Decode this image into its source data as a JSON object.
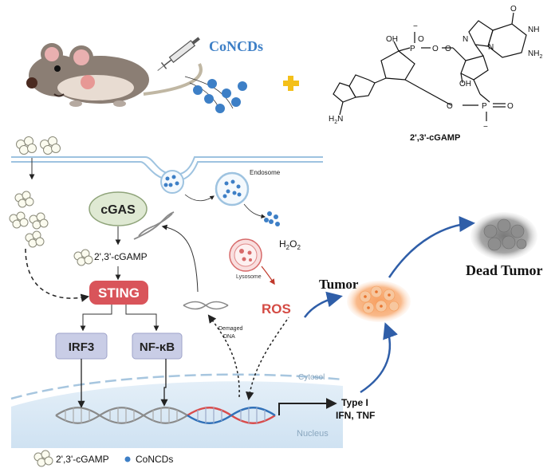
{
  "texts": {
    "concds_title": "CoNCDs",
    "cgamp_caption": "2',3'-cGAMP",
    "cgas": "cGAS",
    "cgamp_pathway": "2',3'-cGAMP",
    "sting": "STING",
    "irf3": "IRF3",
    "nfkb": "NF-κB",
    "endosome": "Endosome",
    "h2o2_main": "H",
    "h2o2_sub1": "2",
    "h2o2_mid": "O",
    "h2o2_sub2": "2",
    "lysosome": "Lysosome",
    "ros": "ROS",
    "damaged_dna_1": "Demaged",
    "damaged_dna_2": "DNA",
    "cytosol": "Cytosol",
    "nucleus": "Nucleus",
    "type1_1": "Type I",
    "type1_2": "IFN, TNF",
    "tumor": "Tumor",
    "dead_tumor": "Dead Tumor",
    "legend_cgamp": "2',3'-cGAMP",
    "legend_concds": "CoNCDs",
    "chem_o": "O",
    "chem_minus": "−",
    "chem_p": "P",
    "chem_oh": "OH",
    "chem_nh": "NH",
    "chem_nh2": "NH",
    "chem_nh2_sub": "2",
    "chem_h2n": "H",
    "chem_h2n_sub": "2",
    "chem_h2n_n": "N",
    "chem_n": "N",
    "chem_o_eq": "O"
  },
  "colors": {
    "concds_blue": "#3d7fc6",
    "sting_red": "#d9545a",
    "ros_red": "#d44b44",
    "cgas_green": "#dfe9d3",
    "irf_box": "#c9cde6",
    "tumor_orange": "#f59a5c",
    "nucleus_blue": "#d6e8f5",
    "plus_yellow": "#f4c01a"
  },
  "icons": {
    "mouse": "mouse-icon",
    "syringe": "syringe-icon",
    "plus": "plus-icon"
  }
}
